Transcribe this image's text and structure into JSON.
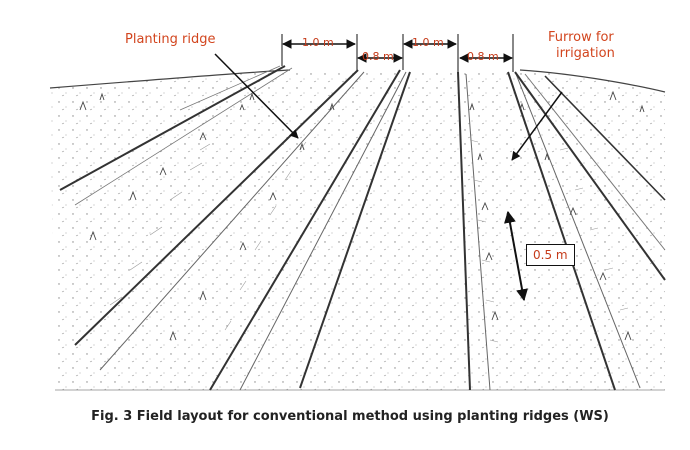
{
  "labels": {
    "planting_ridge": "Planting ridge",
    "furrow_line1": "Furrow for",
    "furrow_line2": "irrigation"
  },
  "dimensions": {
    "ridge_width_1": "1.0 m",
    "furrow_width_1": "0.8 m",
    "ridge_width_2": "1.0 m",
    "furrow_width_2": "0.8 m",
    "ridge_height": "0.5 m"
  },
  "caption": "Fig. 3  Field layout for conventional method using planting ridges (WS)",
  "colors": {
    "label_text": "#d2451e",
    "pencil": "#333333",
    "caption": "#222222"
  },
  "icons": {
    "arrows": "double-headed-arrow",
    "pointers": "leader-arrow"
  }
}
